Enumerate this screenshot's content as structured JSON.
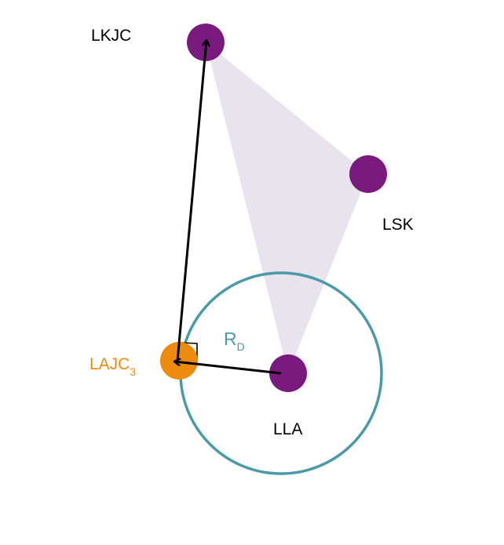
{
  "labels": {
    "lkjc": "LKJC",
    "lsk": "LSK",
    "lla": "LLA",
    "ajc_main": "LAJC",
    "ajc_sub": "3",
    "radius_main": "R",
    "radius_sub": "D"
  },
  "colors": {
    "marker": "#7b1a7e",
    "ajc": "#ee8a0e",
    "circle": "#4a9aa8",
    "triangle": "#e9e3ee",
    "arrow": "#000000",
    "text": "#000000"
  }
}
